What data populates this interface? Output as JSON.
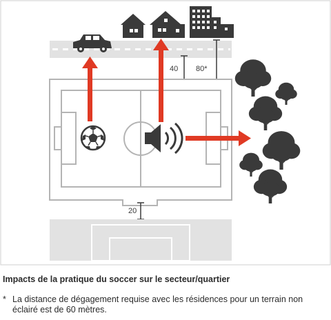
{
  "figure": {
    "title": "Impacts de la pratique du soccer sur le secteur/quartier",
    "footnote_marker": "*",
    "footnote": "La distance de dégagement requise avec les résidences pour un terrain non éclairé est de 60 mètres."
  },
  "distances": {
    "road": "40",
    "houses": "80*",
    "neighbor_field": "20"
  },
  "icons": [
    "car-icon",
    "house-icon",
    "building-icon",
    "soccer-ball-icon",
    "speaker-sound-icon",
    "tree-icon"
  ],
  "colors": {
    "arrow": "#e03a24",
    "dark": "#3a3a3a",
    "field_line": "#b4b4b4",
    "road": "#e2e2e2",
    "neighbor_field": "#e2e2e2"
  }
}
